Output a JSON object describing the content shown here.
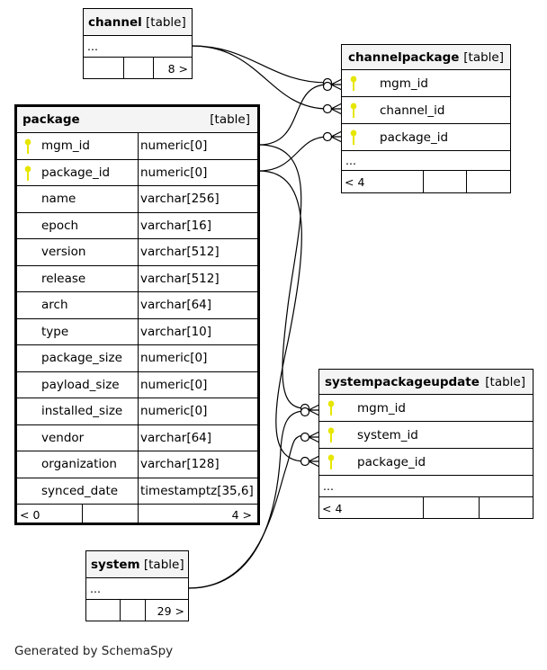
{
  "tables": {
    "channel": {
      "name": "channel",
      "type_label": "[table]",
      "ellipsis": "...",
      "parents": "",
      "children": "8 >"
    },
    "channelpackage": {
      "name": "channelpackage",
      "type_label": "[table]",
      "columns": [
        {
          "name": "mgm_id",
          "key": true
        },
        {
          "name": "channel_id",
          "key": true
        },
        {
          "name": "package_id",
          "key": true
        }
      ],
      "ellipsis": "...",
      "parents": "< 4",
      "children": ""
    },
    "package": {
      "name": "package",
      "type_label": "[table]",
      "columns": [
        {
          "name": "mgm_id",
          "type": "numeric[0]",
          "key": true
        },
        {
          "name": "package_id",
          "type": "numeric[0]",
          "key": true
        },
        {
          "name": "name",
          "type": "varchar[256]",
          "key": false
        },
        {
          "name": "epoch",
          "type": "varchar[16]",
          "key": false
        },
        {
          "name": "version",
          "type": "varchar[512]",
          "key": false
        },
        {
          "name": "release",
          "type": "varchar[512]",
          "key": false
        },
        {
          "name": "arch",
          "type": "varchar[64]",
          "key": false
        },
        {
          "name": "type",
          "type": "varchar[10]",
          "key": false
        },
        {
          "name": "package_size",
          "type": "numeric[0]",
          "key": false
        },
        {
          "name": "payload_size",
          "type": "numeric[0]",
          "key": false
        },
        {
          "name": "installed_size",
          "type": "numeric[0]",
          "key": false
        },
        {
          "name": "vendor",
          "type": "varchar[64]",
          "key": false
        },
        {
          "name": "organization",
          "type": "varchar[128]",
          "key": false
        },
        {
          "name": "synced_date",
          "type": "timestamptz[35,6]",
          "key": false
        }
      ],
      "parents": "< 0",
      "children": "4 >"
    },
    "systempackageupdate": {
      "name": "systempackageupdate",
      "type_label": "[table]",
      "columns": [
        {
          "name": "mgm_id",
          "key": true
        },
        {
          "name": "system_id",
          "key": true
        },
        {
          "name": "package_id",
          "key": true
        }
      ],
      "ellipsis": "...",
      "parents": "< 4",
      "children": ""
    },
    "system": {
      "name": "system",
      "type_label": "[table]",
      "ellipsis": "...",
      "parents": "",
      "children": "29 >"
    }
  },
  "relationships": [
    {
      "from": "channel",
      "to": "channelpackage.mgm_id"
    },
    {
      "from": "channel",
      "to": "channelpackage.channel_id"
    },
    {
      "from": "package.mgm_id",
      "to": "channelpackage.mgm_id"
    },
    {
      "from": "package.package_id",
      "to": "channelpackage.package_id"
    },
    {
      "from": "package.mgm_id",
      "to": "systempackageupdate.mgm_id"
    },
    {
      "from": "package.package_id",
      "to": "systempackageupdate.package_id"
    },
    {
      "from": "system",
      "to": "systempackageupdate.mgm_id"
    },
    {
      "from": "system",
      "to": "systempackageupdate.system_id"
    }
  ],
  "colors": {
    "key_icon": "#e6e600",
    "header_bg": "#f4f4f4",
    "line": "#000000"
  },
  "footer": "Generated by SchemaSpy"
}
